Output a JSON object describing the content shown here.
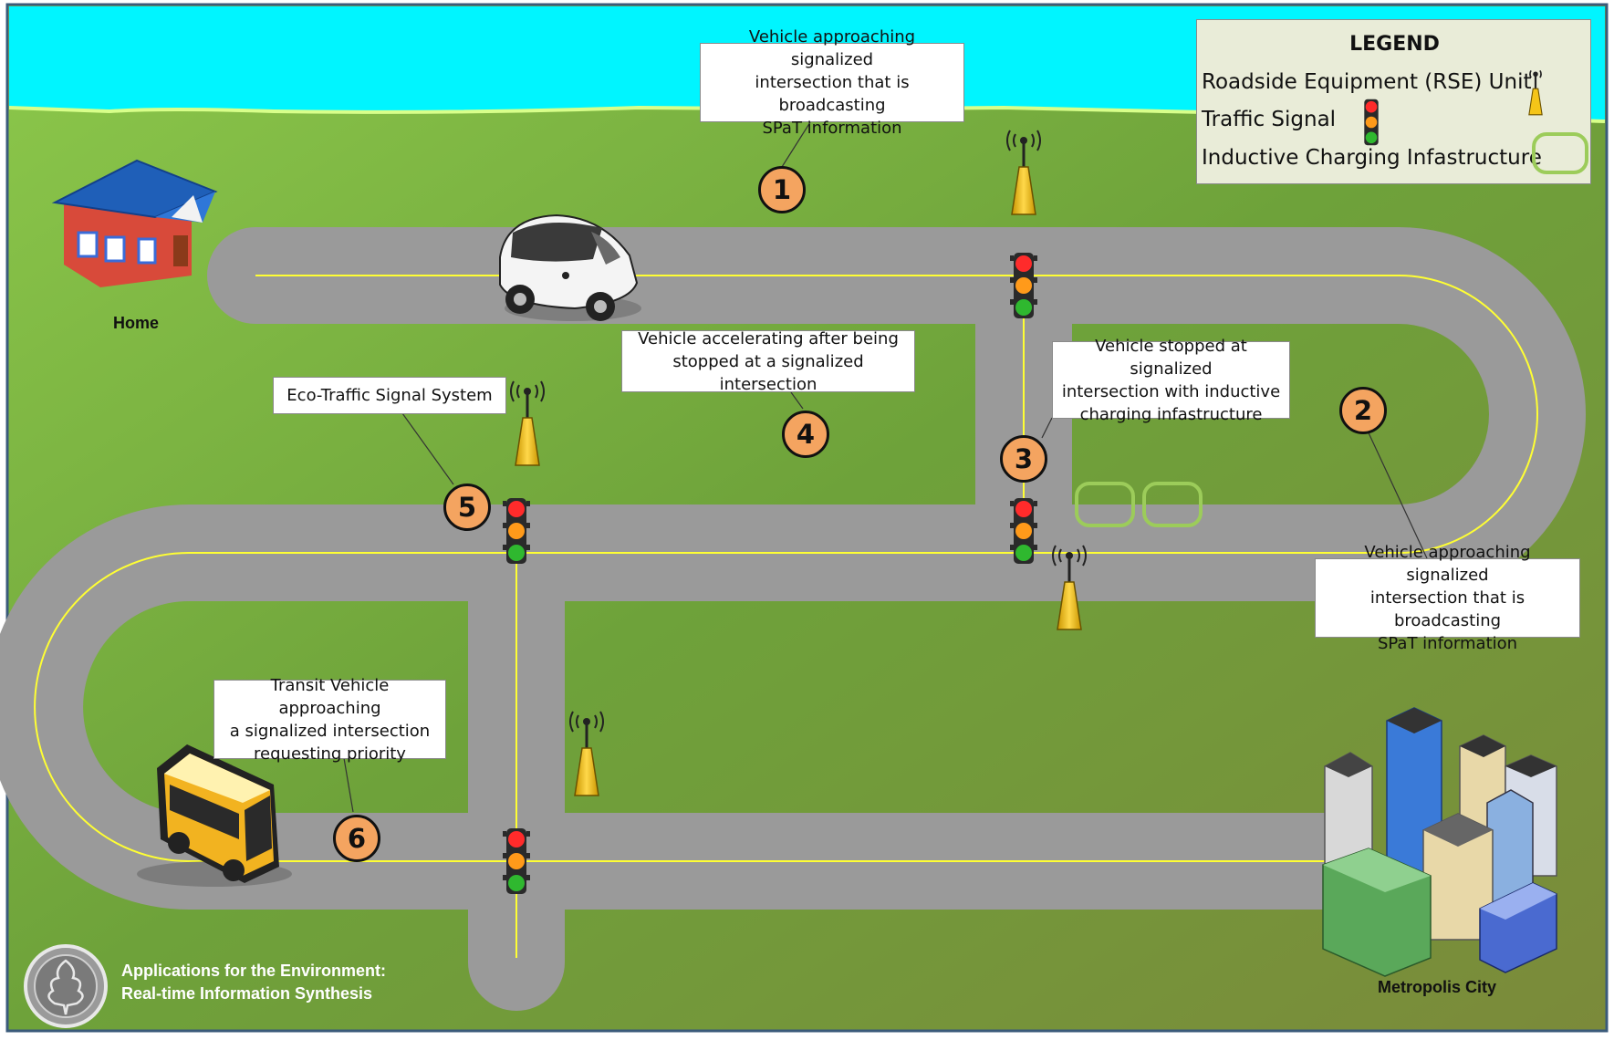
{
  "legend": {
    "title": "LEGEND",
    "items": [
      {
        "label": "Roadside Equipment (RSE) Unit",
        "icon": "rse-antenna-icon"
      },
      {
        "label": "Traffic Signal",
        "icon": "traffic-signal-icon"
      },
      {
        "label": "Inductive Charging Infastructure",
        "icon": "charging-pad-icon"
      }
    ]
  },
  "places": {
    "home": "Home",
    "city": "Metropolis City"
  },
  "callouts": [
    {
      "number": "1",
      "lines": [
        "Vehicle approaching signalized",
        "intersection that is broadcasting",
        "SPaT information"
      ]
    },
    {
      "number": "2",
      "lines": [
        "Vehicle approaching signalized",
        "intersection that is broadcasting",
        "SPaT information"
      ]
    },
    {
      "number": "3",
      "lines": [
        "Vehicle stopped at signalized",
        "intersection with inductive",
        "charging infastructure"
      ]
    },
    {
      "number": "4",
      "lines": [
        "Vehicle accelerating after being",
        "stopped at a signalized intersection"
      ]
    },
    {
      "number": "5",
      "lines": [
        "Eco-Traffic Signal System"
      ]
    },
    {
      "number": "6",
      "lines": [
        "Transit Vehicle approaching",
        "a signalized intersection",
        "requesting priority"
      ]
    }
  ],
  "branding": {
    "line1": "Applications for the Environment:",
    "line2": "Real-time Information Synthesis",
    "logo": "oak-leaf-logo"
  },
  "colors": {
    "sky": "#00f5ff",
    "grass": "#7aac3d",
    "road": "#9a9a9a",
    "centerline": "#ffff33",
    "badge": "#f4a460",
    "charging_pad": "#9ccc5a",
    "rse": "#f5c518"
  }
}
